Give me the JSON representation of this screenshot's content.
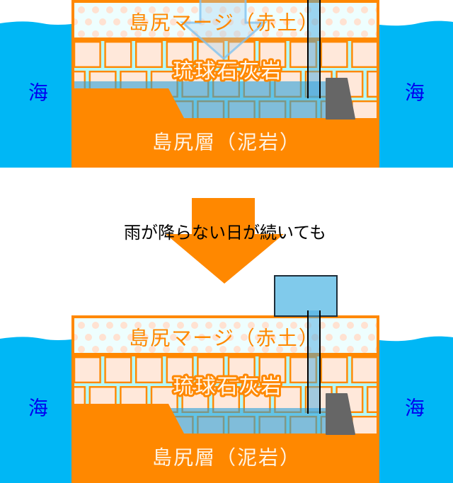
{
  "colors": {
    "sea": "#00b7f5",
    "layer_border_orange": "#ff8800",
    "red_soil_background": "#eefefe",
    "red_soil_dots": "#ffe2d2",
    "limestone_brick": "#ffe8da",
    "limestone_gap": "#b4f9f9",
    "groundwater": "rgba(43,160,218,0.6)",
    "underground_dam": "#666666",
    "water_tank": "#80caeb",
    "sea_label": "#0000f0"
  },
  "panels": [
    {
      "sea_left_label": "海",
      "sea_right_label": "海",
      "layers": {
        "red_soil": "島尻マージ（赤土）",
        "limestone": "琉球石灰岩",
        "mudstone": "島尻層（泥岩）"
      },
      "water_top": "115",
      "icons": [
        "rain-infiltration-arrow-icon",
        "well-pipe-icon",
        "underground-dam-icon"
      ]
    },
    {
      "sea_left_label": "海",
      "sea_right_label": "海",
      "layers": {
        "red_soil": "島尻マージ（赤土）",
        "limestone": "琉球石灰岩",
        "mudstone": "島尻層（泥岩）"
      },
      "water_top": "131",
      "icons": [
        "water-tank-icon",
        "well-pipe-icon",
        "underground-dam-icon"
      ]
    }
  ],
  "transition": {
    "label": "雨が降らない日が続いても",
    "icon": "down-arrow-icon"
  }
}
